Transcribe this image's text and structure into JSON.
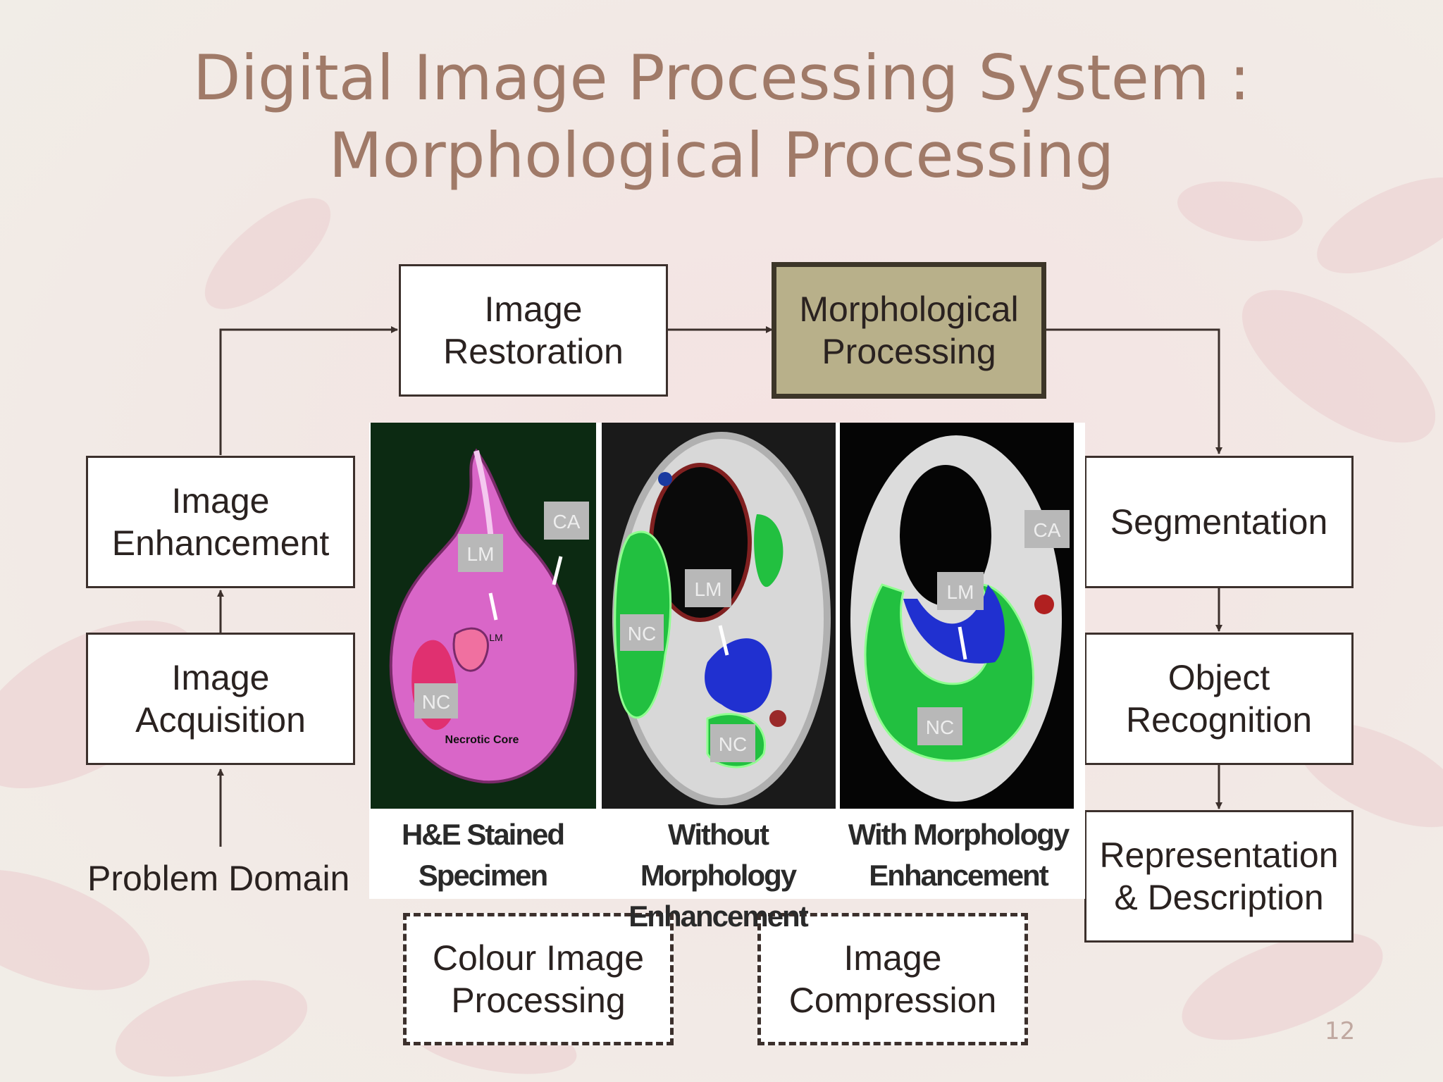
{
  "title": {
    "line1": "Digital Image Processing System :",
    "line2": "Morphological Processing"
  },
  "boxes": {
    "restoration": {
      "line1": "Image",
      "line2": "Restoration"
    },
    "morphological": {
      "line1": "Morphological",
      "line2": "Processing"
    },
    "enhancement": {
      "line1": "Image",
      "line2": "Enhancement"
    },
    "acquisition": {
      "line1": "Image",
      "line2": "Acquisition"
    },
    "segmentation": {
      "line1": "Segmentation"
    },
    "recognition": {
      "line1": "Object",
      "line2": "Recognition"
    },
    "representation": {
      "line1": "Representation",
      "line2": "& Description"
    },
    "colour": {
      "line1": "Colour Image",
      "line2": "Processing"
    },
    "compression": {
      "line1": "Image",
      "line2": "Compression"
    }
  },
  "problem_domain": "Problem Domain",
  "panels": [
    {
      "caption1": "H&E Stained",
      "caption2": "Specimen",
      "tag_lm": "LM",
      "tag_ca": "CA",
      "tag_nc": "NC",
      "tag_lm_small": "LM",
      "tag_core": "Necrotic Core"
    },
    {
      "caption1": "Without Morphology",
      "caption2": "Enhancement",
      "tag_lm": "LM",
      "tag_nc": "NC",
      "tag_nc2": "NC"
    },
    {
      "caption1": "With Morphology",
      "caption2": "Enhancement",
      "tag_lm": "LM",
      "tag_ca": "CA",
      "tag_nc": "NC"
    }
  ],
  "page_number": "12",
  "colors": {
    "title": "#a07a68",
    "highlight_fill": "#b8b08a",
    "box_border": "#3c302c",
    "background": "#f3efe9"
  }
}
